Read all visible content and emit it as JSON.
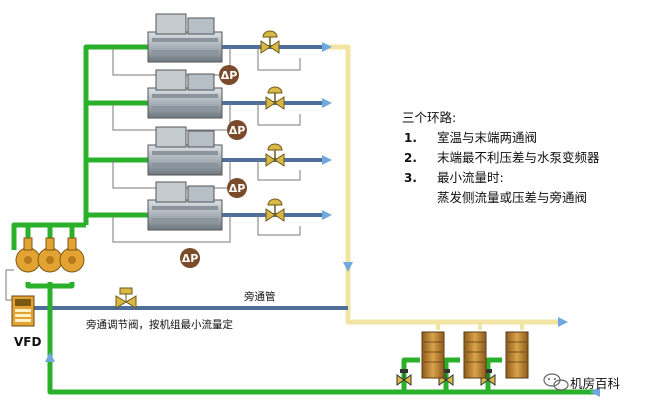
{
  "colors": {
    "supply_green": "#2bb02b",
    "return_yellow": "#f2e4a2",
    "bypass_blue": "#4f6f9a",
    "thin_gray": "#7a7a7a",
    "pump_orange": "#e3a332",
    "coil_brown": "#b8862e",
    "dp_brown": "#7a4a2a",
    "valve_yellow": "#d9b846",
    "chiller_gray": "#a8b0b8"
  },
  "icons": {
    "chiller": "chiller-icon",
    "pump": "pump-icon",
    "valve": "valve-icon",
    "dp_sensor": "dp-icon",
    "vfd": "vfd-icon",
    "watermark": "wechat-icon"
  },
  "labels": {
    "dp": "ΔP",
    "vfd": "VFD",
    "bypass_pipe": "旁通管",
    "bypass_valve_note": "旁通调节阀，按机组最小流量定",
    "watermark": "机房百科"
  },
  "loops": {
    "title": "三个环路:",
    "items": [
      {
        "num": "1.",
        "text": "室温与末端两通阀"
      },
      {
        "num": "2.",
        "text": "末端最不利压差与水泵变频器"
      },
      {
        "num": "3.",
        "text": "最小流量时:"
      }
    ],
    "item3_line2": "蒸发侧流量或压差与旁通阀"
  }
}
